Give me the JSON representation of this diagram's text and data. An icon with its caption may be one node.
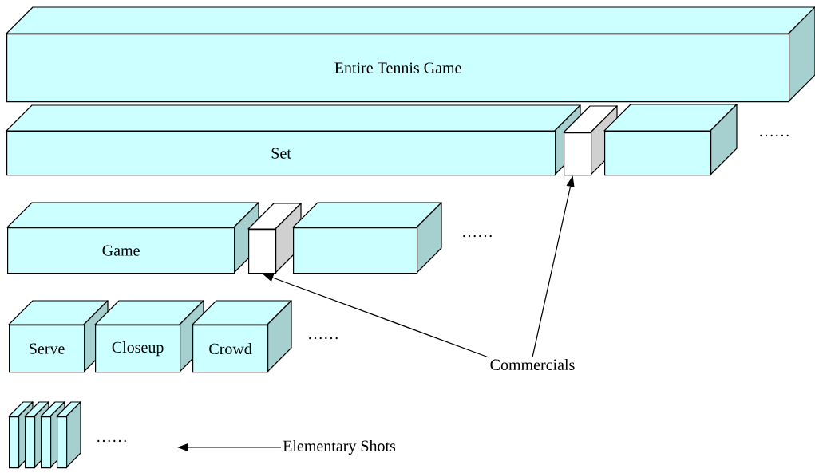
{
  "diagram": {
    "nodes": [
      {
        "text": [
          "Entire Tennis Game"
        ]
      },
      {
        "text": [
          "Set"
        ]
      },
      {
        "text": [],
        "shape": "box"
      },
      {
        "text": [],
        "shape": "box"
      },
      {
        "text": [
          "Game"
        ]
      },
      {
        "text": [],
        "shape": "box"
      },
      {
        "text": [],
        "shape": "box"
      },
      {
        "text": [
          "Commercials"
        ]
      },
      {
        "text": [
          "Serve"
        ]
      },
      {
        "text": [
          "Closeup"
        ]
      },
      {
        "text": [
          "Crowd"
        ]
      },
      {
        "text": [],
        "shape": "box"
      },
      {
        "text": [],
        "shape": "box"
      },
      {
        "text": [],
        "shape": "box"
      },
      {
        "text": [],
        "shape": "box"
      },
      {
        "text": [
          "Elementary Shots"
        ]
      }
    ],
    "edges": [
      {
        "from": 7,
        "to": 2,
        "arrow": "to"
      },
      {
        "from": 7,
        "to": 5,
        "arrow": "to"
      },
      {
        "from": 15,
        "to": null,
        "arrow": "to"
      }
    ],
    "labels": [
      "……",
      "……",
      "……",
      "……"
    ]
  }
}
